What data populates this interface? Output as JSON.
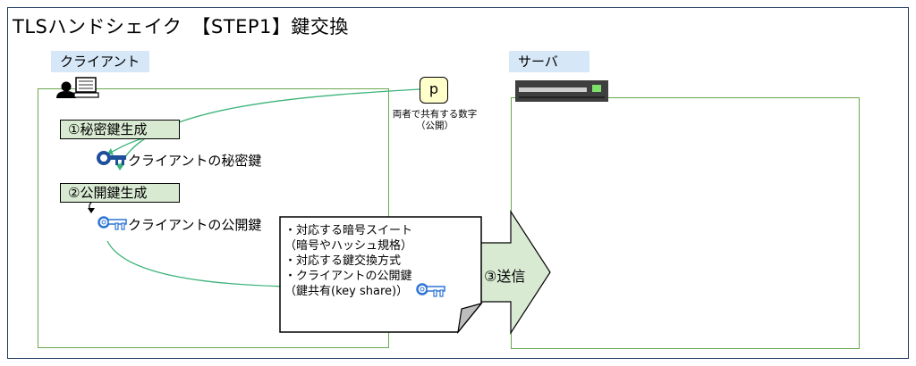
{
  "title": "TLSハンドシェイク　【STEP1】鍵交換",
  "client": {
    "label": "クライアント",
    "step1": "①秘密鍵生成",
    "private_key_label": "クライアントの秘密鍵",
    "step2": "②公開鍵生成",
    "public_key_label": "クライアントの公開鍵"
  },
  "server": {
    "label": "サーバ"
  },
  "shared": {
    "p_label": "p",
    "caption_line1": "両者で共有する数字",
    "caption_line2": "（公開）"
  },
  "message": {
    "lines": [
      "・対応する暗号スイート",
      "（暗号やハッシュ規格）",
      "・対応する鍵交換方式",
      "・クライアントの公開鍵",
      "（鍵共有(key share)）"
    ]
  },
  "send": {
    "label": "③送信"
  },
  "colors": {
    "frame": "#1f3b63",
    "label_bg": "#d6e7f7",
    "step_bg": "#d9ead3",
    "panel_border": "#6aa84f",
    "arrow_fill": "#d9ead3",
    "curve": "#3cb37a",
    "private_key": "#1f4e9a",
    "public_key": "#2e75d6",
    "p_bg": "#ffffcc"
  },
  "icons": [
    "user-icon",
    "computer-icon",
    "server-icon",
    "private-key-icon",
    "public-key-icon"
  ]
}
